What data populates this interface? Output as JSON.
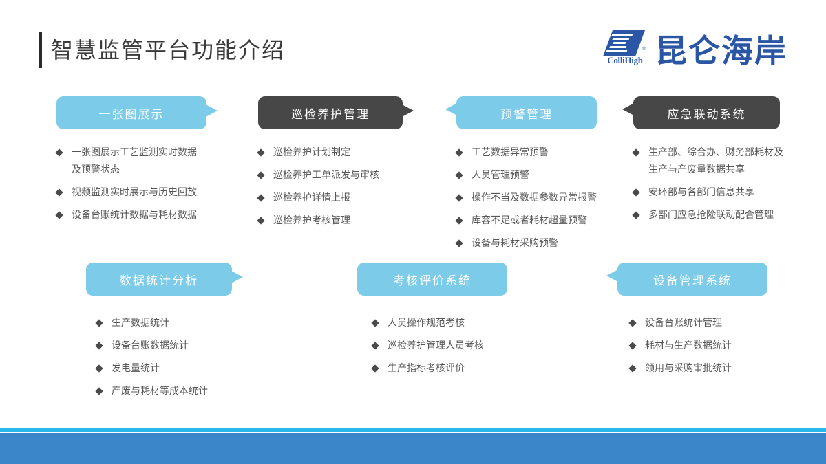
{
  "header": {
    "title": "智慧监管平台功能介绍",
    "logo": {
      "mark_name": "collihigh-logo-mark",
      "sub": "ColliHigh",
      "registered": "®",
      "cn": "昆仑海岸",
      "color": "#2a56a5"
    }
  },
  "theme": {
    "pill_blue": "#7ccbe8",
    "pill_dark": "#474747",
    "bar_cyan": "#29b6e8",
    "bar_blue": "#3a86c8",
    "body_text": "#575757"
  },
  "cards": [
    {
      "title": "一张图展示",
      "style": "blue",
      "tail": "right",
      "bullets": [
        [
          "一张图展示工艺监测实时数据",
          "及预警状态"
        ],
        [
          "视频监测实时展示与历史回放"
        ],
        [
          "设备台账统计数据与耗材数据"
        ]
      ]
    },
    {
      "title": "巡检养护管理",
      "style": "dark",
      "tail": "right",
      "bullets": [
        [
          "巡检养护计划制定"
        ],
        [
          "巡检养护工单派发与审核"
        ],
        [
          "巡检养护详情上报"
        ],
        [
          "巡检养护考核管理"
        ]
      ]
    },
    {
      "title": "预警管理",
      "style": "blue",
      "tail": "left",
      "bullets": [
        [
          "工艺数据异常预警"
        ],
        [
          "人员管理预警"
        ],
        [
          "操作不当及数据参数异常报警"
        ],
        [
          "库容不足或者耗材超量预警"
        ],
        [
          "设备与耗材采购预警"
        ]
      ]
    },
    {
      "title": "应急联动系统",
      "style": "dark",
      "tail": "left",
      "bullets": [
        [
          "生产部、综合办、财务部耗材及",
          "生产与产废量数据共享"
        ],
        [
          "安环部与各部门信息共享"
        ],
        [
          "多部门应急抢险联动配合管理"
        ]
      ]
    },
    {
      "title": "数据统计分析",
      "style": "blue",
      "tail": "right",
      "bullets": [
        [
          "生产数据统计"
        ],
        [
          "设备台账数据统计"
        ],
        [
          "发电量统计"
        ],
        [
          "产废与耗材等成本统计"
        ]
      ]
    },
    {
      "title": "考核评价系统",
      "style": "blue",
      "tail": "none",
      "bullets": [
        [
          "人员操作规范考核"
        ],
        [
          "巡检养护管理人员考核"
        ],
        [
          "生产指标考核评价"
        ]
      ]
    },
    {
      "title": "设备管理系统",
      "style": "blue",
      "tail": "left",
      "bullets": [
        [
          "设备台账统计管理"
        ],
        [
          "耗材与生产数据统计"
        ],
        [
          "领用与采购审批统计"
        ]
      ]
    }
  ]
}
